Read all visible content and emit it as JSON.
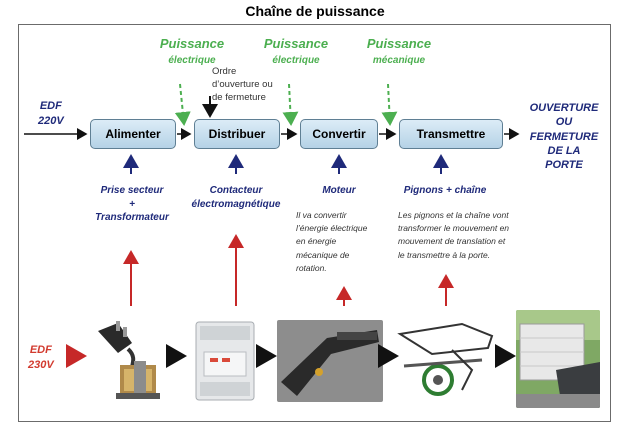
{
  "title": "Chaîne de puissance",
  "power": [
    {
      "heading": "Puissance",
      "sub": "électrique"
    },
    {
      "heading": "Puissance",
      "sub": "électrique"
    },
    {
      "heading": "Puissance",
      "sub": "mécanique"
    }
  ],
  "order_lines": [
    "Ordre",
    "d’ouverture ou",
    "de fermeture"
  ],
  "edf_input": [
    "EDF",
    "220V"
  ],
  "blocks": [
    "Alimenter",
    "Distribuer",
    "Convertir",
    "Transmettre"
  ],
  "output_lines": [
    "OUVERTURE",
    "OU",
    "FERMETURE",
    "DE LA",
    "PORTE"
  ],
  "components": {
    "alimenter": [
      "Prise secteur",
      "+",
      "Transformateur"
    ],
    "distribuer": [
      "Contacteur",
      "électromagnétique"
    ],
    "convertir": [
      "Moteur"
    ],
    "transmettre": [
      "Pignons + chaîne"
    ]
  },
  "descriptions": {
    "moteur": [
      "Il va convertir",
      "l’énergie électrique",
      "en énergie",
      "mécanique de",
      "rotation."
    ],
    "transmission": [
      "Les pignons et la chaîne vont",
      "transformer le mouvement en",
      "mouvement de translation et",
      "le transmettre à la porte."
    ]
  },
  "edf_bottom": [
    "EDF",
    "230V"
  ],
  "photos": [
    "plug-transformer-photo",
    "contactor-photo",
    "motor-photo",
    "gear-chain-photo",
    "garage-door-photo"
  ],
  "colors": {
    "green": "#4caf50",
    "navy": "#1f2a7a",
    "red": "#d23b2f",
    "block_fill": "#c9e0f0"
  }
}
